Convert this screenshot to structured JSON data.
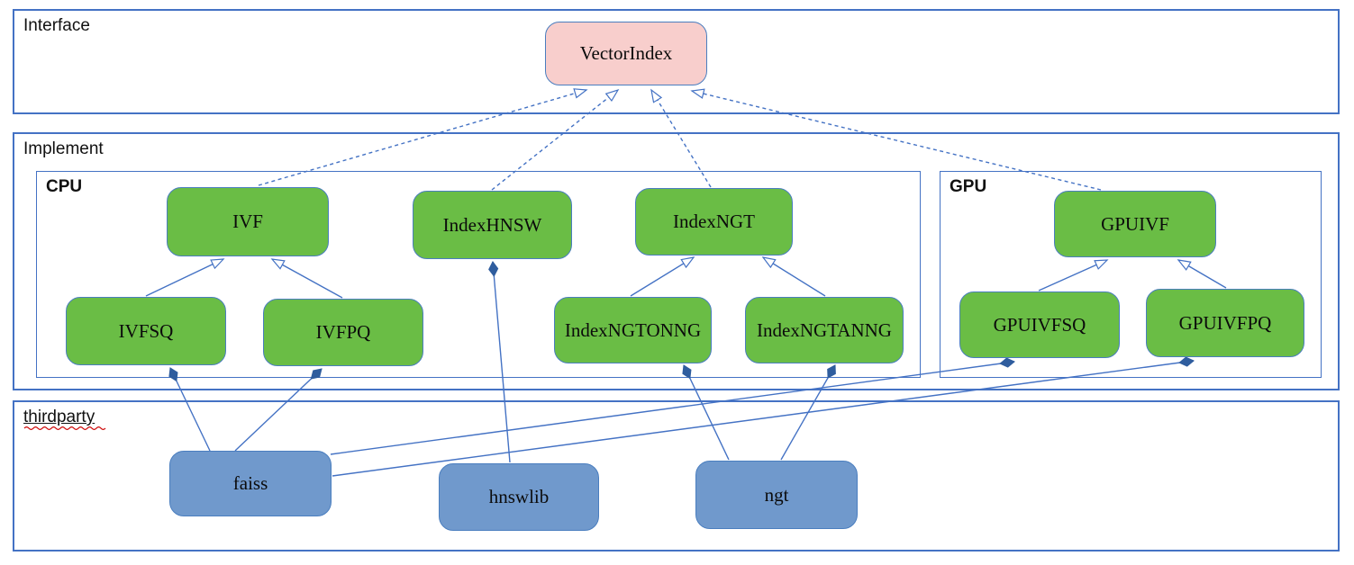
{
  "containers": {
    "interface": {
      "label": "Interface"
    },
    "implement": {
      "label": "Implement"
    },
    "cpu": {
      "label": "CPU"
    },
    "gpu": {
      "label": "GPU"
    },
    "thirdparty": {
      "label": "thirdparty"
    }
  },
  "nodes": {
    "vectorindex": {
      "label": "VectorIndex",
      "kind": "interface",
      "container": "interface"
    },
    "ivf": {
      "label": "IVF",
      "kind": "class",
      "container": "cpu"
    },
    "indexhnsw": {
      "label": "IndexHNSW",
      "kind": "class",
      "container": "cpu"
    },
    "indexngt": {
      "label": "IndexNGT",
      "kind": "class",
      "container": "cpu"
    },
    "ivfsq": {
      "label": "IVFSQ",
      "kind": "class",
      "container": "cpu"
    },
    "ivfpq": {
      "label": "IVFPQ",
      "kind": "class",
      "container": "cpu"
    },
    "indexngtonng": {
      "label": "IndexNGTONNG",
      "kind": "class",
      "container": "cpu"
    },
    "indexngtanng": {
      "label": "IndexNGTANNG",
      "kind": "class",
      "container": "cpu"
    },
    "gpuivf": {
      "label": "GPUIVF",
      "kind": "class",
      "container": "gpu"
    },
    "gpuivfsq": {
      "label": "GPUIVFSQ",
      "kind": "class",
      "container": "gpu"
    },
    "gpuivfpq": {
      "label": "GPUIVFPQ",
      "kind": "class",
      "container": "gpu"
    },
    "faiss": {
      "label": "faiss",
      "kind": "library",
      "container": "thirdparty"
    },
    "hnswlib": {
      "label": "hnswlib",
      "kind": "library",
      "container": "thirdparty"
    },
    "ngt": {
      "label": "ngt",
      "kind": "library",
      "container": "thirdparty"
    }
  },
  "edges": [
    {
      "from": "ivf",
      "to": "vectorindex",
      "type": "realization"
    },
    {
      "from": "indexhnsw",
      "to": "vectorindex",
      "type": "realization"
    },
    {
      "from": "indexngt",
      "to": "vectorindex",
      "type": "realization"
    },
    {
      "from": "gpuivf",
      "to": "vectorindex",
      "type": "realization"
    },
    {
      "from": "ivfsq",
      "to": "ivf",
      "type": "generalization"
    },
    {
      "from": "ivfpq",
      "to": "ivf",
      "type": "generalization"
    },
    {
      "from": "indexngtonng",
      "to": "indexngt",
      "type": "generalization"
    },
    {
      "from": "indexngtanng",
      "to": "indexngt",
      "type": "generalization"
    },
    {
      "from": "gpuivfsq",
      "to": "gpuivf",
      "type": "generalization"
    },
    {
      "from": "gpuivfpq",
      "to": "gpuivf",
      "type": "generalization"
    },
    {
      "from": "faiss",
      "to": "ivfsq",
      "type": "composition"
    },
    {
      "from": "faiss",
      "to": "ivfpq",
      "type": "composition"
    },
    {
      "from": "faiss",
      "to": "gpuivfsq",
      "type": "composition"
    },
    {
      "from": "faiss",
      "to": "gpuivfpq",
      "type": "composition"
    },
    {
      "from": "hnswlib",
      "to": "indexhnsw",
      "type": "composition"
    },
    {
      "from": "ngt",
      "to": "indexngtonng",
      "type": "composition"
    },
    {
      "from": "ngt",
      "to": "indexngtanng",
      "type": "composition"
    }
  ],
  "colors": {
    "line": "#4472c4",
    "box_border": "#4a7ebf",
    "interface_fill": "#f8cecc",
    "class_fill": "#6abd45",
    "library_fill": "#7099cc",
    "diamond_fill": "#2f5d9e",
    "spellcheck": "#cc0000"
  }
}
